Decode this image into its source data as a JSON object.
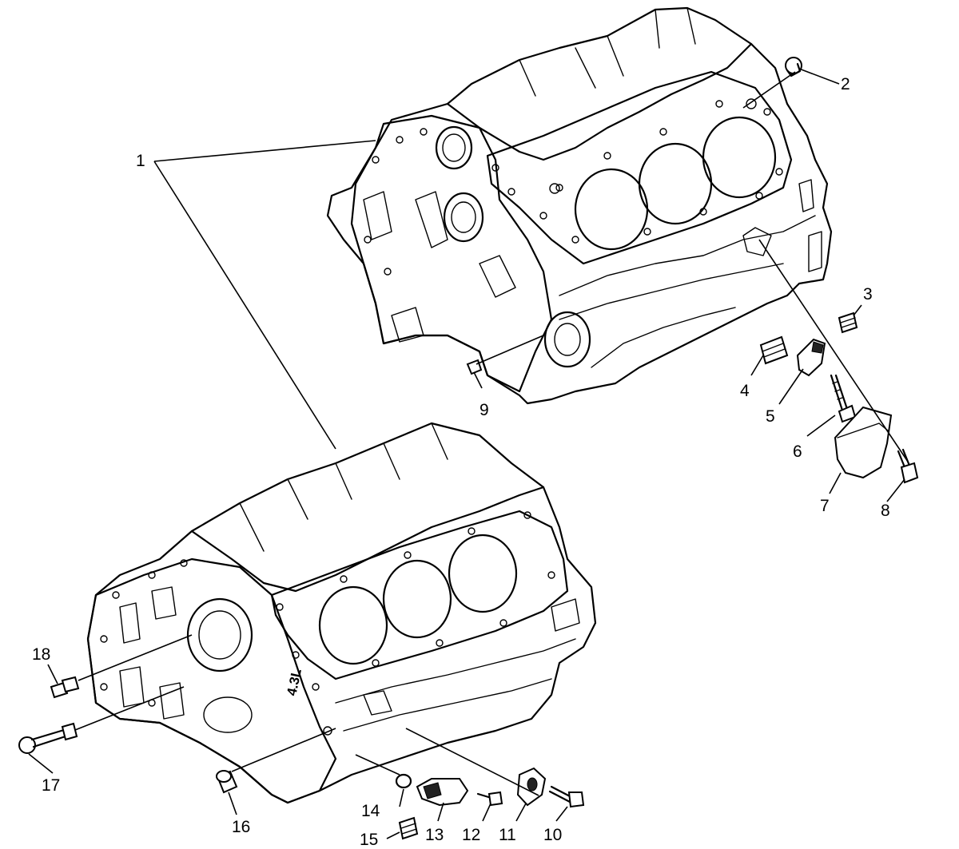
{
  "diagram": {
    "engine_stamp": "4.3L",
    "callouts": [
      {
        "id": "1",
        "label": "1"
      },
      {
        "id": "2",
        "label": "2"
      },
      {
        "id": "3",
        "label": "3"
      },
      {
        "id": "4",
        "label": "4"
      },
      {
        "id": "5",
        "label": "5"
      },
      {
        "id": "6",
        "label": "6"
      },
      {
        "id": "7",
        "label": "7"
      },
      {
        "id": "8",
        "label": "8"
      },
      {
        "id": "9",
        "label": "9"
      },
      {
        "id": "10",
        "label": "10"
      },
      {
        "id": "11",
        "label": "11"
      },
      {
        "id": "12",
        "label": "12"
      },
      {
        "id": "13",
        "label": "13"
      },
      {
        "id": "14",
        "label": "14"
      },
      {
        "id": "15",
        "label": "15"
      },
      {
        "id": "16",
        "label": "16"
      },
      {
        "id": "17",
        "label": "17"
      },
      {
        "id": "18",
        "label": "18"
      }
    ]
  }
}
